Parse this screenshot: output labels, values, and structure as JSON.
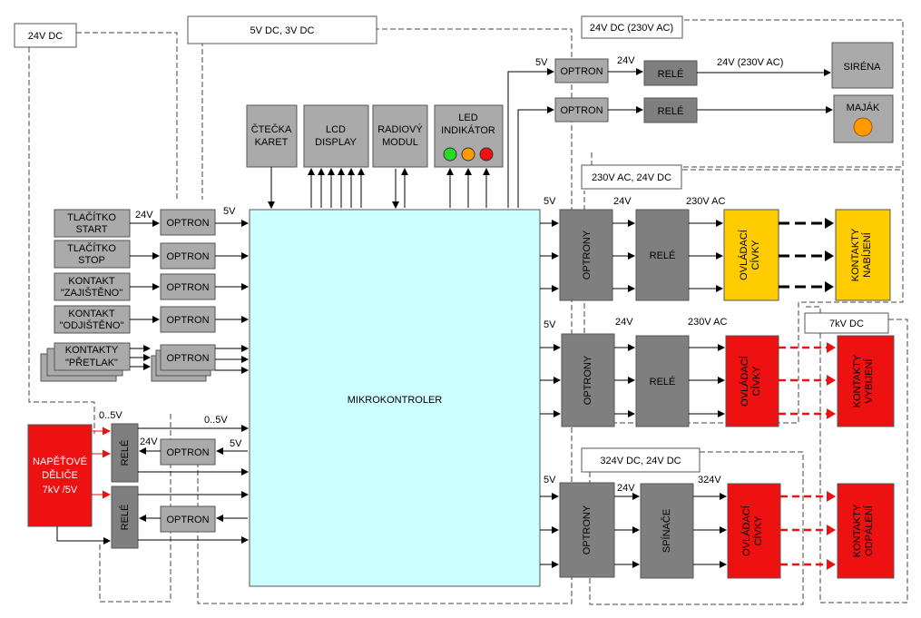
{
  "power": {
    "dc24": "24V DC",
    "dc5_3": "5V DC, 3V DC",
    "dc24_ac230": "24V DC (230V AC)",
    "ac230_dc24": "230V AC, 24V DC",
    "kv7": "7kV DC",
    "dc324_24": "324V DC, 24V DC"
  },
  "blocks": {
    "mcu": "MIKROKONTROLER",
    "reader": [
      "ČTEČKA",
      "KARET"
    ],
    "lcd": [
      "LCD",
      "DISPLAY"
    ],
    "radio": [
      "RADIOVÝ",
      "MODUL"
    ],
    "led": [
      "LED",
      "INDIKÁTOR"
    ],
    "btn_start": [
      "TLAČÍTKO",
      "START"
    ],
    "btn_stop": [
      "TLAČÍTKO",
      "STOP"
    ],
    "k_secured": [
      "KONTAKT",
      "\"ZAJIŠTĚNO\""
    ],
    "k_unsecured": [
      "KONTAKT",
      "\"ODJIŠTĚNO\""
    ],
    "k_overpress": [
      "KONTAKTY",
      "\"PŘETLAK\""
    ],
    "optron": "OPTRON",
    "optrony": "OPTRONY",
    "rele": "RELÉ",
    "switches": "SPÍNAČE",
    "siren": "SIRÉNA",
    "beacon": "MAJÁK",
    "coils": [
      "OVLÁDACÍ",
      "CÍVKY"
    ],
    "k_charge": [
      "KONTAKTY",
      "NABÍJENÍ"
    ],
    "k_discharge": [
      "KONTAKTY",
      "VYBIJENÍ"
    ],
    "k_fire": [
      "KONTAKTY",
      "ODPÁLENÍ"
    ],
    "divider": [
      "NAPĚŤOVÉ",
      "DĚLIČE",
      "7kV /5V"
    ]
  },
  "labels": {
    "v24": "24V",
    "v5": "5V",
    "v0_5": "0..5V",
    "v230ac": "230V AC",
    "v24_230ac": "24V (230V AC)",
    "v324": "324V"
  },
  "colors": {
    "mcu": "#ccffff",
    "block": "#aaaaaa",
    "dark_block": "#7f7f7f",
    "red": "#ee1111",
    "yellow": "#ffcc00"
  }
}
